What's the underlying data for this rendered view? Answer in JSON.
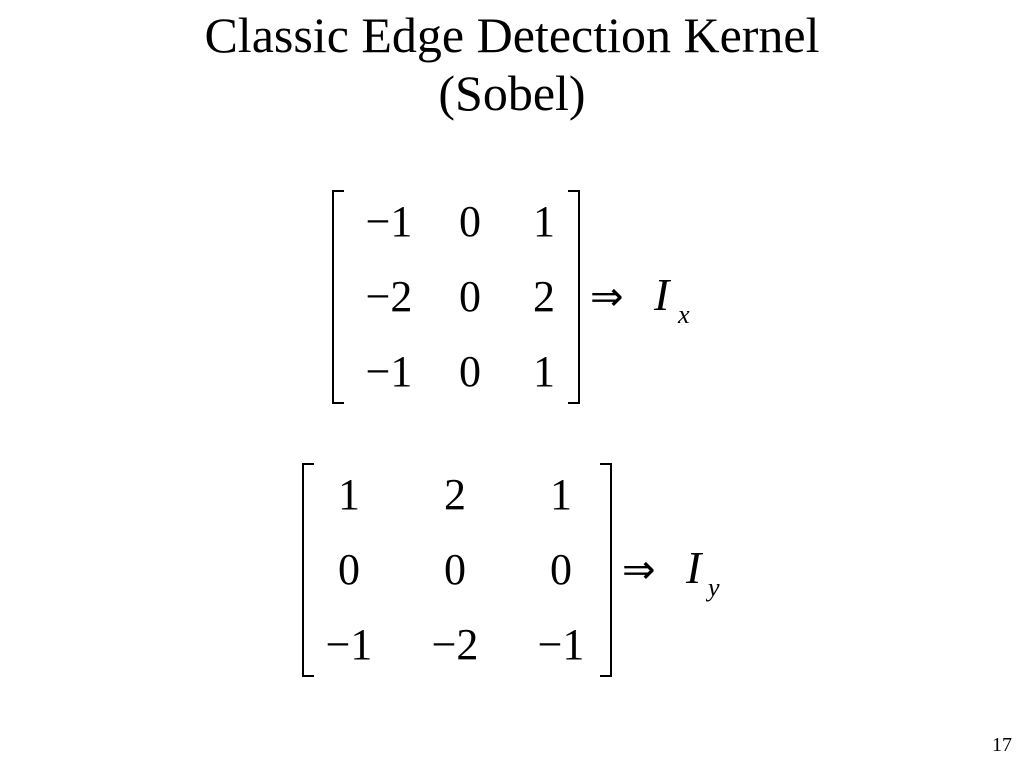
{
  "title": {
    "line1": "Classic Edge Detection Kernel",
    "line2": "(Sobel)"
  },
  "kernel_x": {
    "rows": [
      [
        "−1",
        "0",
        "1"
      ],
      [
        "−2",
        "0",
        "2"
      ],
      [
        "−1",
        "0",
        "1"
      ]
    ],
    "arrow": "⇒",
    "output_symbol": "I",
    "output_subscript": "x"
  },
  "kernel_y": {
    "rows": [
      [
        "1",
        "2",
        "1"
      ],
      [
        "0",
        "0",
        "0"
      ],
      [
        "−1",
        "−2",
        "−1"
      ]
    ],
    "arrow": "⇒",
    "output_symbol": "I",
    "output_subscript": "y"
  },
  "page_number": "17"
}
